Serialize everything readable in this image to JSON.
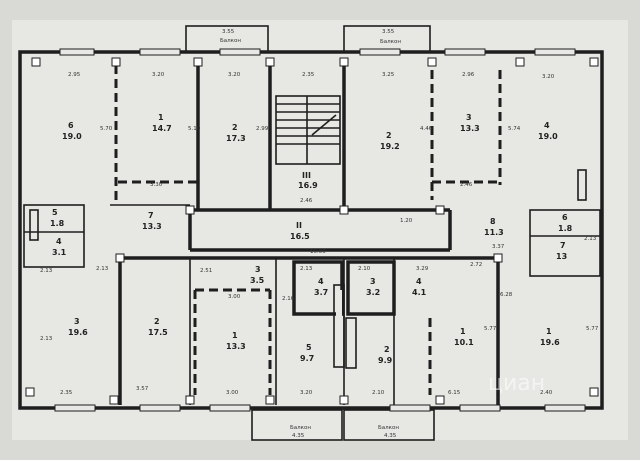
{
  "colors": {
    "background": "#d9d9d6",
    "lines": "#1e1e1e",
    "paper": "#e7e7e4"
  },
  "balconies": {
    "top_left": {
      "dim": "3.55",
      "label": "Балкон"
    },
    "top_right": {
      "dim": "3.55",
      "label": "Балкон"
    },
    "bottom_left": {
      "label": "Балкон",
      "dim": "4.35"
    },
    "bottom_right": {
      "label": "Балкон",
      "dim": "4.35"
    }
  },
  "rooms": [
    {
      "id": "r-tl6",
      "num": "6",
      "area": "19.0"
    },
    {
      "id": "r-t1",
      "num": "1",
      "area": "14.7"
    },
    {
      "id": "r-t2",
      "num": "2",
      "area": "17.3"
    },
    {
      "id": "r-stair",
      "num": "III",
      "area": "16.9"
    },
    {
      "id": "r-t2b",
      "num": "2",
      "area": "19.2"
    },
    {
      "id": "r-t3",
      "num": "3",
      "area": "13.3"
    },
    {
      "id": "r-t4",
      "num": "4",
      "area": "19.0"
    },
    {
      "id": "r-l5",
      "num": "5",
      "area": "1.8"
    },
    {
      "id": "r-l4",
      "num": "4",
      "area": "3.1"
    },
    {
      "id": "r-l7",
      "num": "7",
      "area": "13.3"
    },
    {
      "id": "r-corr",
      "num": "II",
      "area": "16.5"
    },
    {
      "id": "r-r8",
      "num": "8",
      "area": "11.3"
    },
    {
      "id": "r-r6",
      "num": "6",
      "area": "1.8"
    },
    {
      "id": "r-r7",
      "num": "7",
      "area": "13"
    },
    {
      "id": "r-b3l",
      "num": "3",
      "area": "19.6"
    },
    {
      "id": "r-b2l",
      "num": "2",
      "area": "17.5"
    },
    {
      "id": "r-b3m",
      "num": "3",
      "area": "3.5"
    },
    {
      "id": "r-b1m",
      "num": "1",
      "area": "13.3"
    },
    {
      "id": "r-b4l",
      "num": "4",
      "area": "3.7"
    },
    {
      "id": "r-b3c",
      "num": "3",
      "area": "3.2"
    },
    {
      "id": "r-b4r",
      "num": "4",
      "area": "4.1"
    },
    {
      "id": "r-b5",
      "num": "5",
      "area": "9.7"
    },
    {
      "id": "r-b2c",
      "num": "2",
      "area": "9.9"
    },
    {
      "id": "r-b1c",
      "num": "1",
      "area": "10.1"
    },
    {
      "id": "r-b1r",
      "num": "1",
      "area": "19.6"
    }
  ],
  "dims": [
    "2.95",
    "3.20",
    "3.20",
    "2.35",
    "3.25",
    "2.96",
    "3.20",
    "5.70",
    "5.10",
    "2.99",
    "4.46",
    "5.74",
    "3.30",
    "2.46",
    "2.46",
    "10.00",
    "1.20",
    "3.37",
    "2.13",
    "2.13",
    "2.13",
    "2.51",
    "3.00",
    "3.57",
    "2.13",
    "2.10",
    "5.77",
    "5.77",
    "3.29",
    "3.20",
    "2.16",
    "2.10",
    "6.15",
    "2.40",
    "3.00",
    "2.35",
    "2.72",
    "2.13",
    "6.28"
  ],
  "watermark": "циан"
}
